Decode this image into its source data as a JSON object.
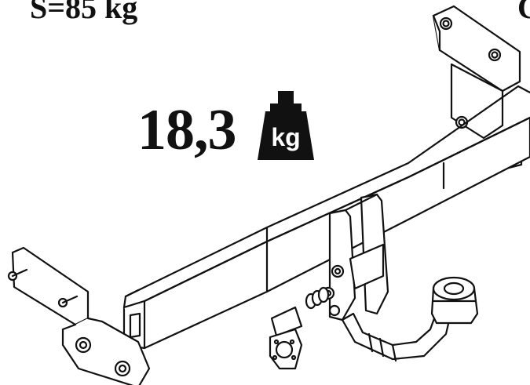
{
  "header": {
    "static_load_label": "S=85 kg",
    "corner_glyph": "C"
  },
  "weight": {
    "value": "18,3",
    "unit": "kg",
    "icon": "weight-icon"
  },
  "drawing": {
    "subject": "tow-bar-assembly-drawing",
    "stroke_color": "#111111",
    "fill_color": "#ffffff"
  }
}
